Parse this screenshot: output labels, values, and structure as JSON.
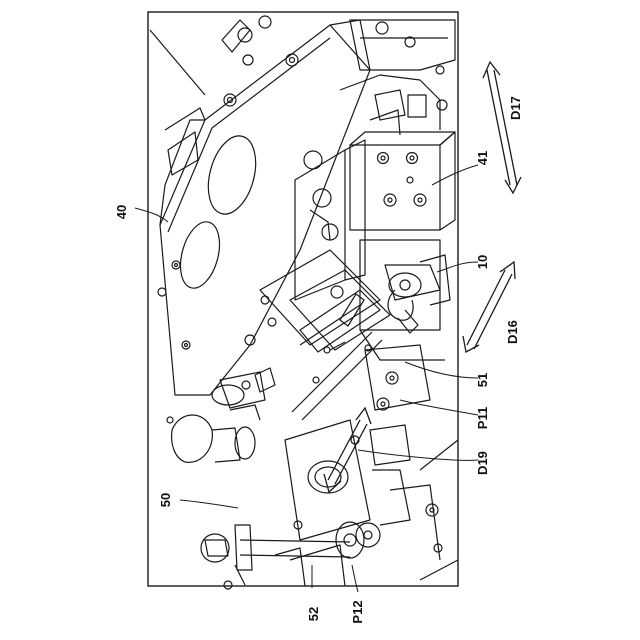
{
  "figure": {
    "reference_labels": {
      "r40": "40",
      "r41": "41",
      "r10": "10",
      "r50": "50",
      "r51": "51",
      "r52": "52",
      "p11": "P11",
      "p12": "P12",
      "d16": "D16",
      "d17": "D17",
      "d19": "D19"
    },
    "line_color": "#1a1a1a",
    "background_color": "#ffffff"
  }
}
